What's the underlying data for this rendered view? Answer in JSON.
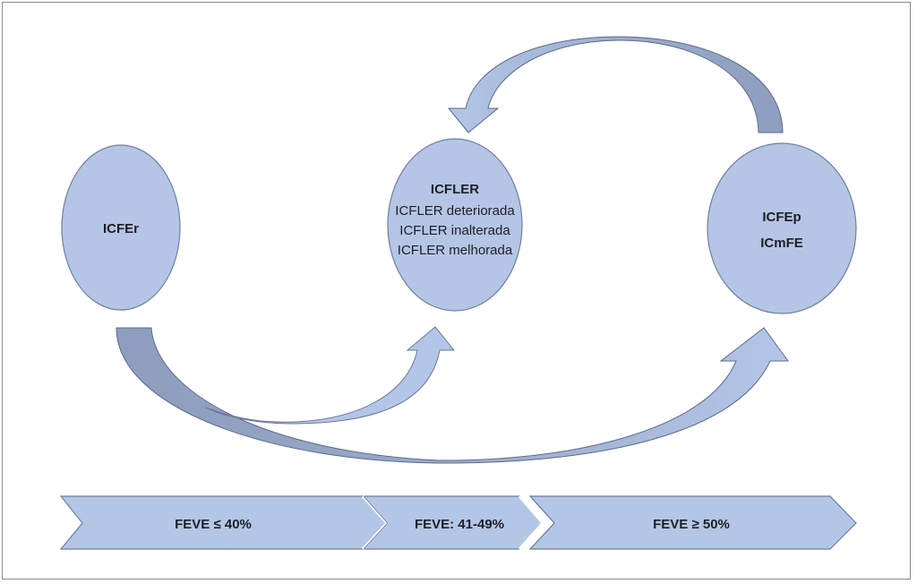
{
  "diagram": {
    "nodes": [
      {
        "id": "icfer",
        "lines": [
          {
            "text": "ICFEr",
            "bold": true
          }
        ]
      },
      {
        "id": "icfler",
        "lines": [
          {
            "text": "ICFLER",
            "bold": true
          },
          {
            "text": "ICFLER deteriorada",
            "bold": false
          },
          {
            "text": "ICFLER inalterada",
            "bold": false
          },
          {
            "text": "ICFLER melhorada",
            "bold": false
          }
        ]
      },
      {
        "id": "icfep",
        "lines": [
          {
            "text": "ICFEp",
            "bold": true
          },
          {
            "text": "ICmFE",
            "bold": true
          }
        ]
      }
    ],
    "arrows": [
      {
        "from": "icfep",
        "to": "icfler"
      },
      {
        "from": "icfer",
        "to": "icfler"
      },
      {
        "from": "icfer",
        "to": "icfep"
      }
    ],
    "chevrons": [
      {
        "label": "FEVE ≤ 40%"
      },
      {
        "label": "FEVE: 41-49%"
      },
      {
        "label": "FEVE ≥ 50%"
      }
    ]
  },
  "colors": {
    "node_fill": "#b4c5e5",
    "arrow_dark": "#8d9dbd",
    "arrow_light": "#b4c6e7",
    "text": "#1f1f26"
  }
}
